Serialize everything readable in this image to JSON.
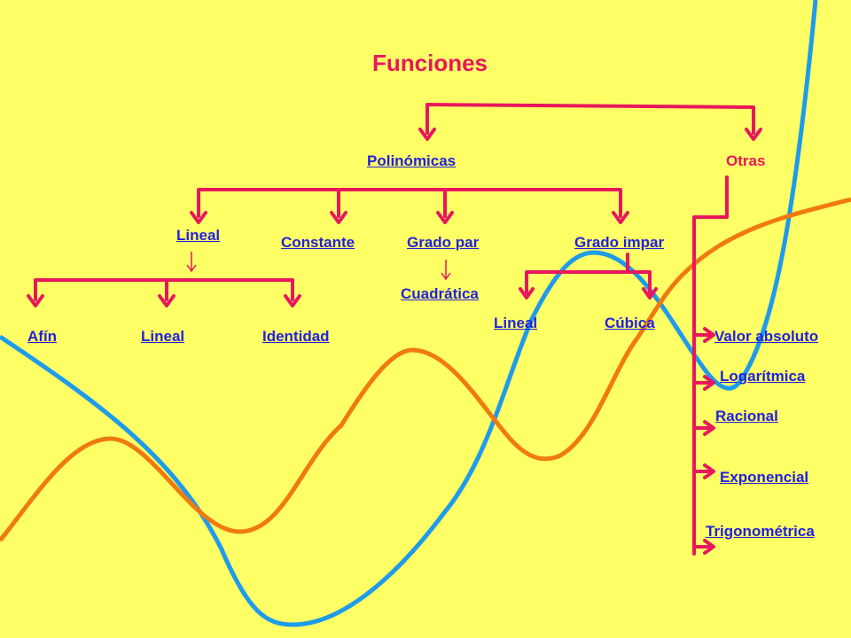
{
  "colors": {
    "background": "#FFFF66",
    "arrows": "#E8175D",
    "links": "#2222DD",
    "curve_blue": "#1E9BEA",
    "curve_orange": "#F07A10"
  },
  "title": "Funciones",
  "nodes": {
    "polinomicas": "Polinómicas",
    "otras": "Otras",
    "lineal_group": "Lineal",
    "constante": "Constante",
    "grado_par": "Grado par",
    "grado_impar": "Grado impar",
    "cuadratica": "Cuadrática",
    "afin": "Afín",
    "lineal_leaf": "Lineal",
    "identidad": "Identidad",
    "impar_lineal": "Lineal",
    "cubica": "Cúbica",
    "valor_absoluto": "Valor absoluto",
    "logaritmica": "Logarítmica",
    "racional": "Racional",
    "exponencial": "Exponencial",
    "trigonometrica": "Trigonométrica"
  }
}
